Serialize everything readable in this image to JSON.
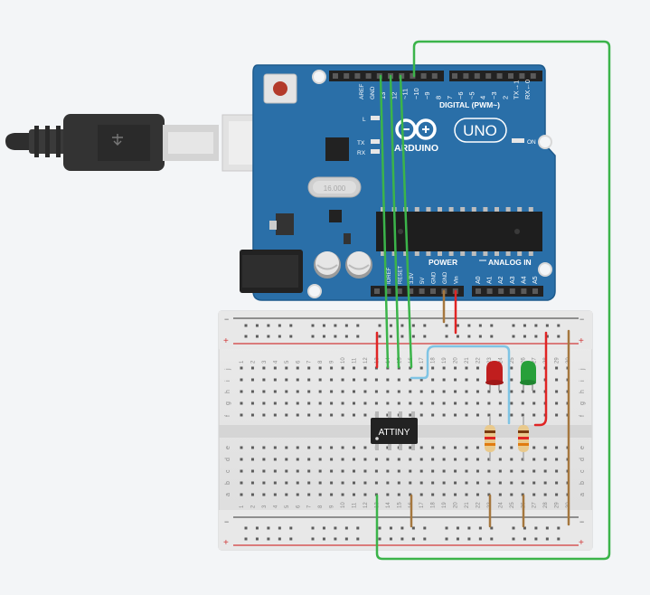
{
  "board": {
    "logo_text": "ARDUINO",
    "model": "UNO",
    "crystal": "16.000",
    "on_label": "ON",
    "l_label": "L",
    "tx_label": "TX",
    "rx_label": "RX",
    "aref_label": "AREF",
    "gnd_label": "GND",
    "digital_header": "DIGITAL (PWM~)",
    "power_header": "POWER",
    "analog_header": "ANALOG IN",
    "digital_pins": [
      "13",
      "12",
      "~11",
      "~10",
      "~9",
      "8",
      "7",
      "~6",
      "~5",
      "4",
      "~3",
      "2",
      "TX→1",
      "RX←0"
    ],
    "power_pins": [
      "IOREF",
      "RESET",
      "3.3V",
      "5V",
      "GND",
      "GND",
      "Vin"
    ],
    "analog_pins": [
      "A0",
      "A1",
      "A2",
      "A3",
      "A4",
      "A5"
    ]
  },
  "chip": {
    "label": "ATTINY"
  },
  "breadboard": {
    "columns": [
      "1",
      "2",
      "3",
      "4",
      "5",
      "6",
      "7",
      "8",
      "9",
      "10",
      "11",
      "12",
      "13",
      "14",
      "15",
      "16",
      "17",
      "18",
      "19",
      "20",
      "21",
      "22",
      "23",
      "24",
      "25",
      "26",
      "27",
      "28",
      "29",
      "30"
    ],
    "rows_top": [
      "j",
      "i",
      "h",
      "g",
      "f"
    ],
    "rows_bottom": [
      "e",
      "d",
      "c",
      "b",
      "a"
    ],
    "rail_plus": "+",
    "rail_minus": "−"
  },
  "colors": {
    "board": "#2a6fa8",
    "wire_green": "#3bb44a",
    "wire_red": "#e02525",
    "wire_brown": "#a5773e",
    "wire_blue": "#7fc4e4",
    "led_red": "#c01e1e",
    "led_green": "#27a03a"
  }
}
